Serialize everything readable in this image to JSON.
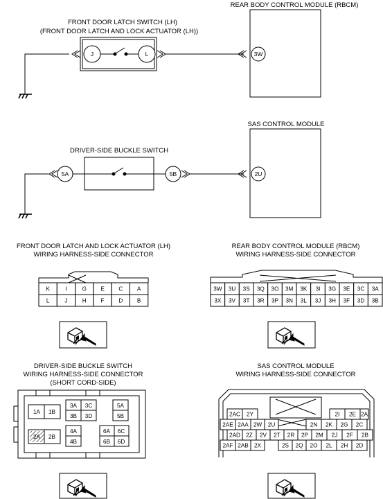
{
  "top_diagram": {
    "latch_title_1": "FRONT DOOR LATCH SWITCH (LH)",
    "latch_title_2": "(FRONT DOOR LATCH AND LOCK ACTUATOR (LH))",
    "rbcm_title": "REAR BODY CONTROL MODULE (RBCM)",
    "pin_j": "J",
    "pin_l": "L",
    "pin_3w": "3W"
  },
  "middle_diagram": {
    "sas_title": "SAS CONTROL MODULE",
    "buckle_title": "DRIVER-SIDE BUCKLE SWITCH",
    "pin_5a": "5A",
    "pin_5b": "5B",
    "pin_2u": "2U"
  },
  "connectors": {
    "latch": {
      "title_1": "FRONT DOOR LATCH AND LOCK ACTUATOR (LH)",
      "title_2": "WIRING HARNESS-SIDE CONNECTOR",
      "row1": [
        "K",
        "I",
        "G",
        "E",
        "C",
        "A"
      ],
      "row2": [
        "L",
        "J",
        "H",
        "F",
        "D",
        "B"
      ]
    },
    "rbcm": {
      "title_1": "REAR BODY CONTROL MODULE (RBCM)",
      "title_2": "WIRING HARNESS-SIDE CONNECTOR",
      "row1": [
        "3W",
        "3U",
        "3S",
        "3Q",
        "3O",
        "3M",
        "3K",
        "3I",
        "3G",
        "3E",
        "3C",
        "3A"
      ],
      "row2": [
        "3X",
        "3V",
        "3T",
        "3R",
        "3P",
        "3N",
        "3L",
        "3J",
        "3H",
        "3F",
        "3D",
        "3B"
      ]
    },
    "buckle": {
      "title_1": "DRIVER-SIDE BUCKLE SWITCH",
      "title_2": "WIRING HARNESS-SIDE CONNECTOR",
      "title_3": "(SHORT CORD-SIDE)",
      "pins": [
        "1A",
        "1B",
        "2A",
        "2B",
        "3A",
        "3C",
        "3B",
        "3D",
        "4A",
        "4B",
        "5A",
        "5B",
        "6A",
        "6C",
        "6B",
        "6D"
      ]
    },
    "sas": {
      "title_1": "SAS CONTROL MODULE",
      "title_2": "WIRING HARNESS-SIDE CONNECTOR",
      "row1": [
        "2AC",
        "2Y",
        "2I",
        "2E",
        "2A"
      ],
      "row2": [
        "2AE",
        "2AA",
        "2W",
        "2U",
        "2N",
        "2K",
        "2G",
        "2C"
      ],
      "row3": [
        "2AD",
        "2Z",
        "2V",
        "2T",
        "2R",
        "2P",
        "2M",
        "2J",
        "2F",
        "2B"
      ],
      "row4": [
        "2AF",
        "2AB",
        "2X",
        "2S",
        "2Q",
        "2O",
        "2L",
        "2H",
        "2D"
      ]
    }
  }
}
